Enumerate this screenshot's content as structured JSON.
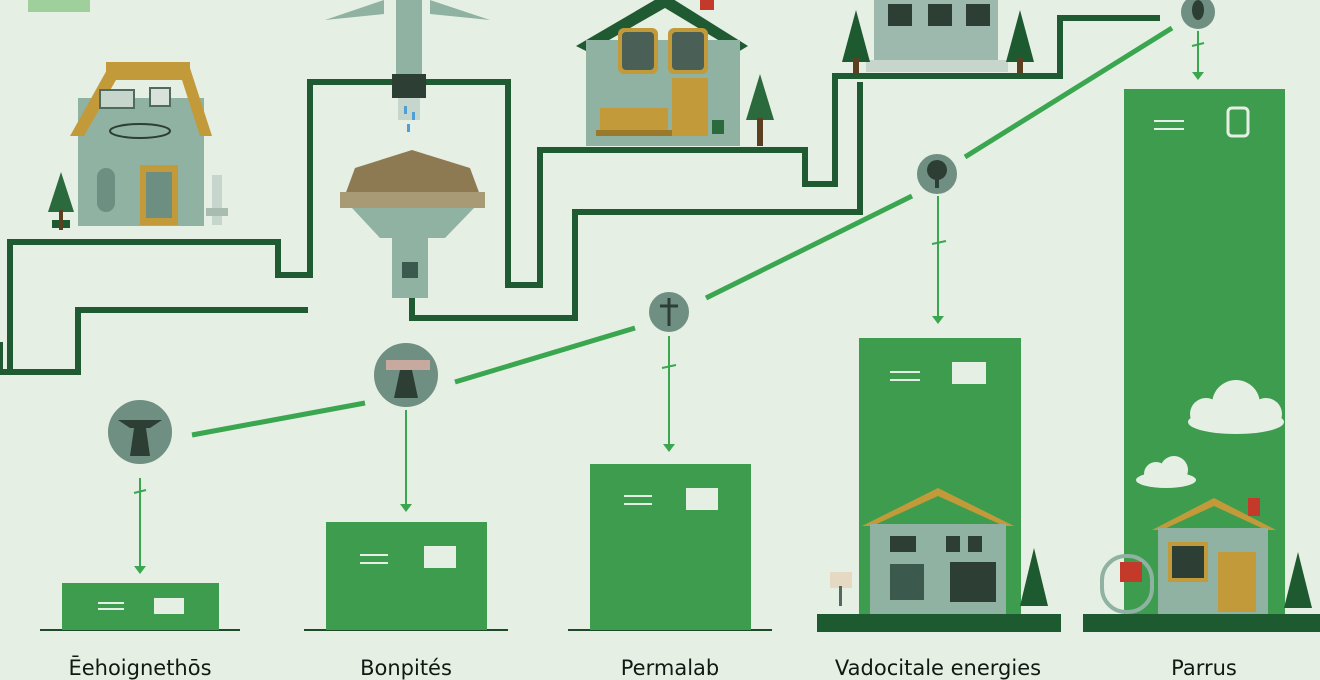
{
  "palette": {
    "background": "#e6efe4",
    "bar_green": "#3e9c4e",
    "bar_green_dark": "#2f8a40",
    "trend_line": "#3aa64f",
    "pipe": "#1f5a32",
    "house_body": "#8fb2a2",
    "roof": "#c39a3a",
    "node_fill": "#6f8f82",
    "ground": "#1e5a30"
  },
  "columns": [
    {
      "label": "Ēehoignethōs",
      "level": 0.075,
      "node_icon": "wind-turbine-icon"
    },
    {
      "label": "Bonpités",
      "level": 0.165,
      "node_icon": "bench-icon"
    },
    {
      "label": "Permalab",
      "level": 0.255,
      "node_icon": "tower-icon"
    },
    {
      "label": "Vadocitale energies",
      "level": 0.44,
      "node_icon": "tree-icon"
    },
    {
      "label": "Parrus",
      "level": 0.82,
      "node_icon": "plant-icon"
    }
  ]
}
